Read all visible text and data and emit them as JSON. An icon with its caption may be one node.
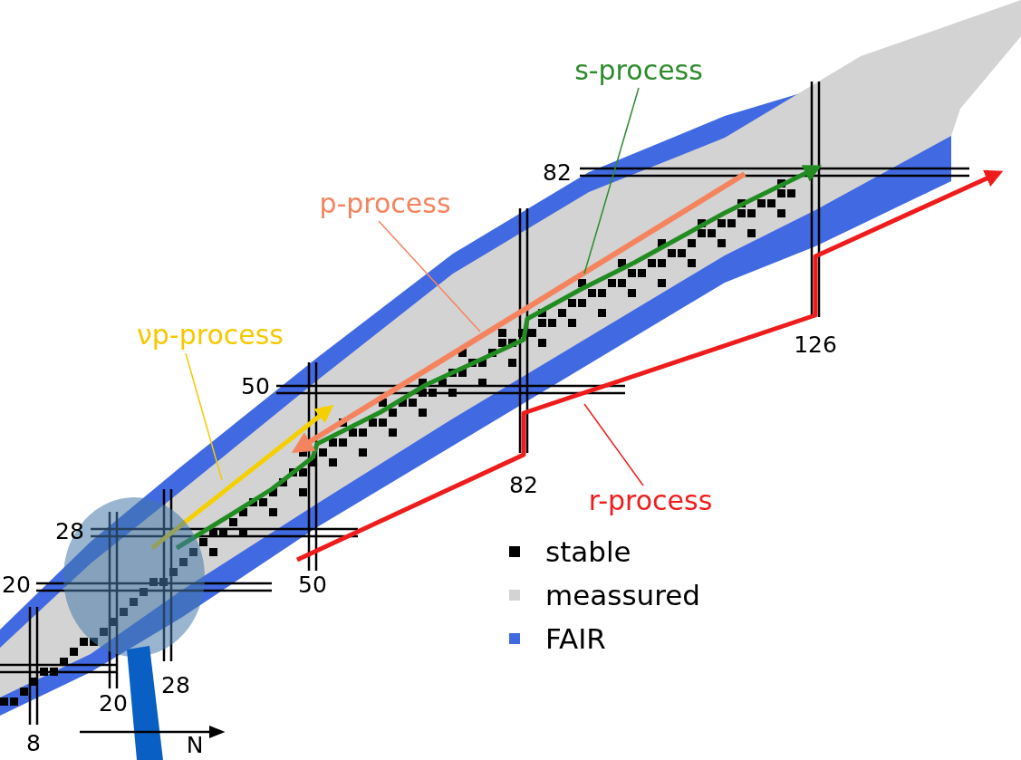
{
  "diagram": {
    "nodes": [
      {
        "text": [
          "s-process"
        ]
      },
      {
        "text": [
          "p-process"
        ]
      },
      {
        "text": [
          "νp-process"
        ]
      },
      {
        "text": [
          "r-process"
        ]
      }
    ],
    "edges": [
      {
        "from": 0,
        "to": null,
        "arrow": "none",
        "color": "#2e8b2e"
      },
      {
        "from": 1,
        "to": null,
        "arrow": "none",
        "color": "#f4845f"
      },
      {
        "from": 2,
        "to": null,
        "arrow": "none",
        "color": "#f5c800"
      },
      {
        "from": 3,
        "to": null,
        "arrow": "none",
        "color": "#ee1c1c"
      }
    ],
    "labels": [
      "82",
      "126",
      "50",
      "82",
      "28",
      "50",
      "20",
      "28",
      "20",
      "8",
      "N"
    ],
    "legend": [
      {
        "text": "stable",
        "color": "#000000"
      },
      {
        "text": "meassured",
        "color": "#d3d3d3"
      },
      {
        "text": "FAIR",
        "color": "#4169e1"
      }
    ]
  }
}
